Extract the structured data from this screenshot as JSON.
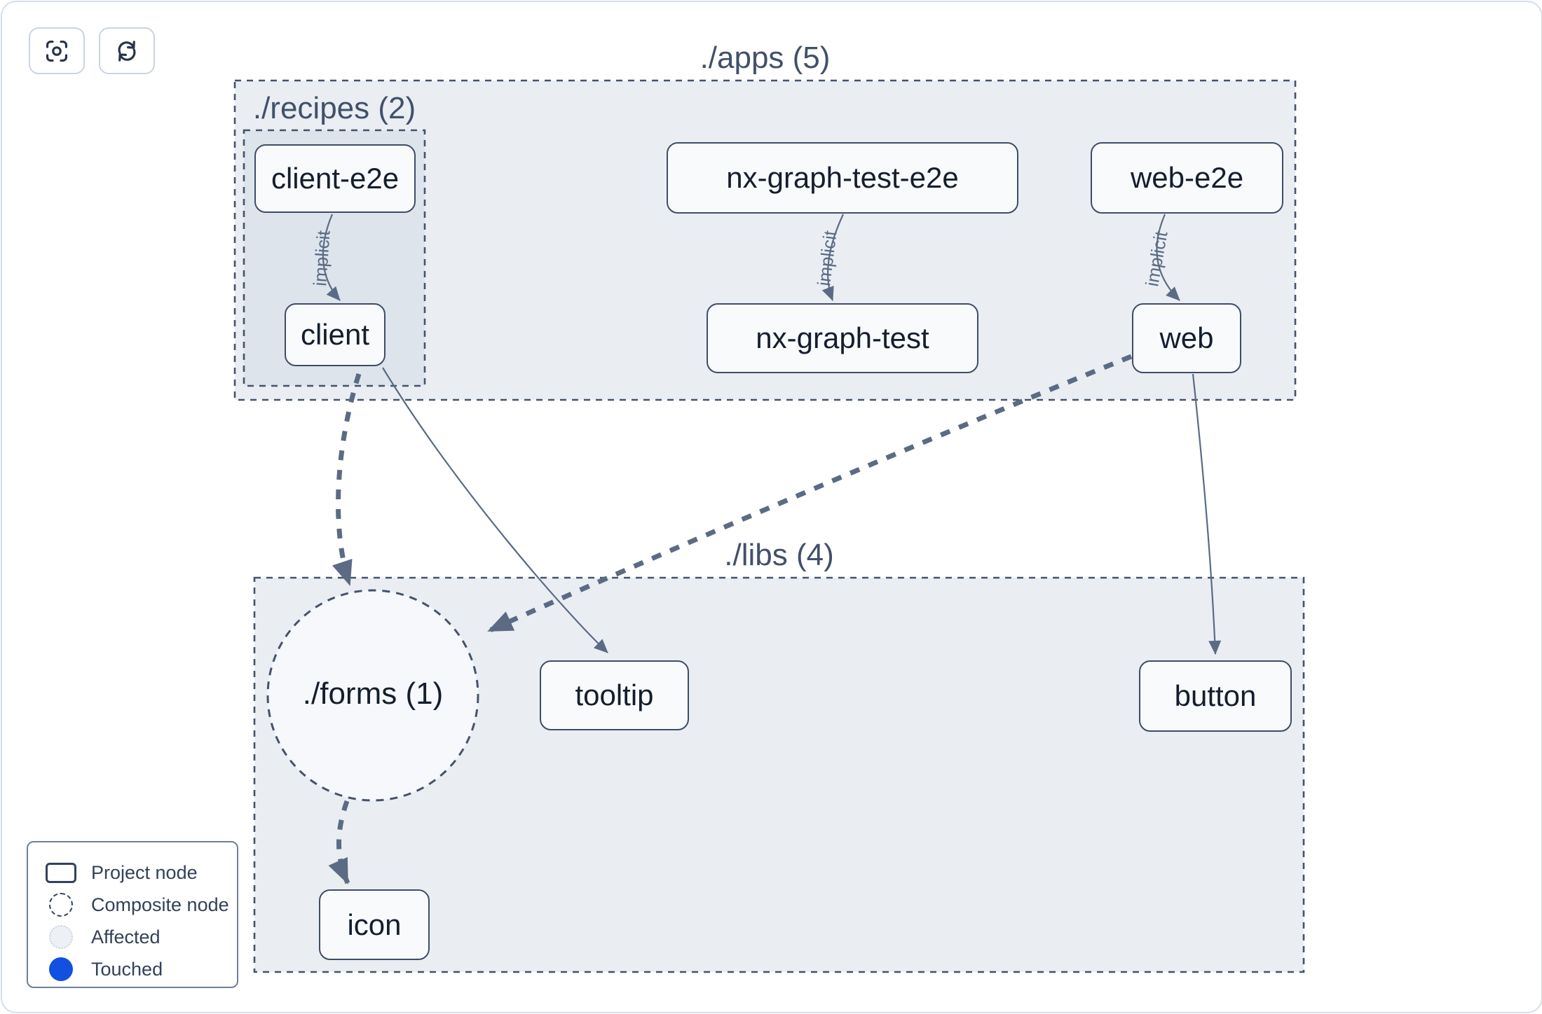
{
  "toolbar": {
    "focus_icon": "focus-crosshair",
    "refresh_icon": "refresh-cycle"
  },
  "graph": {
    "groups": {
      "apps": {
        "label": "./apps (5)"
      },
      "recipes": {
        "label": "./recipes (2)"
      },
      "libs": {
        "label": "./libs (4)"
      },
      "forms": {
        "label": "./forms (1)",
        "type": "composite"
      }
    },
    "nodes": {
      "client_e2e": {
        "label": "client-e2e"
      },
      "nx_graph_test_e2e": {
        "label": "nx-graph-test-e2e"
      },
      "web_e2e": {
        "label": "web-e2e"
      },
      "client": {
        "label": "client"
      },
      "nx_graph_test": {
        "label": "nx-graph-test"
      },
      "web": {
        "label": "web"
      },
      "tooltip": {
        "label": "tooltip"
      },
      "button": {
        "label": "button"
      },
      "icon": {
        "label": "icon"
      }
    },
    "edges": [
      {
        "from": "client-e2e",
        "to": "client",
        "label": "implicit",
        "style": "solid-thin"
      },
      {
        "from": "nx-graph-test-e2e",
        "to": "nx-graph-test",
        "label": "implicit",
        "style": "solid-thin"
      },
      {
        "from": "web-e2e",
        "to": "web",
        "label": "implicit",
        "style": "solid-thin"
      },
      {
        "from": "client",
        "to": "./forms",
        "label": "",
        "style": "dashed-thick"
      },
      {
        "from": "client",
        "to": "tooltip",
        "label": "",
        "style": "solid-thin"
      },
      {
        "from": "web",
        "to": "./forms",
        "label": "",
        "style": "dashed-thick"
      },
      {
        "from": "web",
        "to": "button",
        "label": "",
        "style": "solid-thin"
      },
      {
        "from": "./forms",
        "to": "icon",
        "label": "",
        "style": "dashed-thick"
      }
    ]
  },
  "legend": {
    "items": [
      {
        "label": "Project node",
        "swatch": "project-rect"
      },
      {
        "label": "Composite node",
        "swatch": "composite-dashed-circle"
      },
      {
        "label": "Affected",
        "swatch": "affected-circle"
      },
      {
        "label": "Touched",
        "swatch": "touched-circle"
      }
    ]
  },
  "colors": {
    "edge": "#5b6b84",
    "node_border": "#3e4d66",
    "group_border": "#44536a",
    "group_fill": "rgba(203,213,225,0.40)",
    "touched_blue": "#1150e0"
  }
}
